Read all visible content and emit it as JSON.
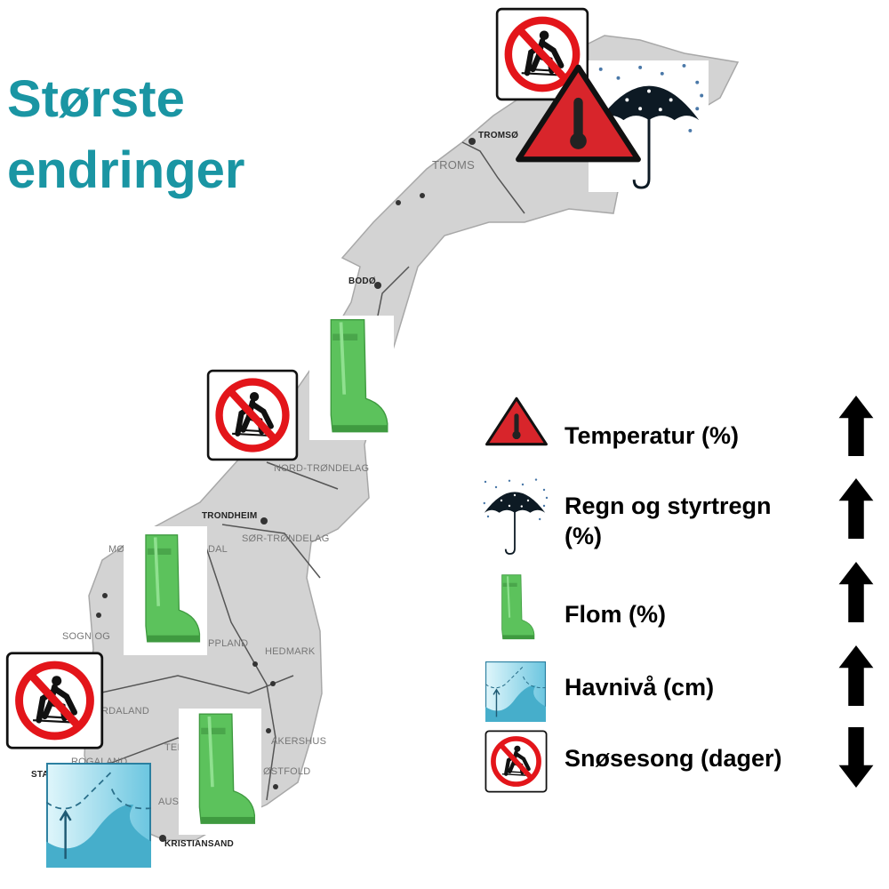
{
  "title": {
    "line1": "Største",
    "line2": "endringer"
  },
  "map": {
    "labels": {
      "tromso": "TROMSØ",
      "troms": "TROMS",
      "bodo": "BODØ",
      "nord_trondelag": "NORD-TRØNDELAG",
      "trondheim": "TRONDHEIM",
      "sor_trondelag": "SØR-TRØNDELAG",
      "more": "MØ",
      "dal": "DAL",
      "sogn": "SOGN OG",
      "oppland": "PPLAND",
      "hedmark": "HEDMARK",
      "hordaland": "RDALAND",
      "akershus": "AKERSHUS",
      "ostfold": "ØSTFOLD",
      "rogaland": "ROGALAND",
      "stavanger": "STA",
      "telemark": "TEI",
      "aust": "AUS",
      "kristiansand": "KRISTIANSAND"
    }
  },
  "legend": {
    "items": [
      {
        "label": "Temperatur (%)",
        "icon": "warning-thermometer-icon",
        "trend": "up"
      },
      {
        "label_line1": "Regn og styrtregn",
        "label_line2": "(%)",
        "icon": "umbrella-rain-icon",
        "trend": "up"
      },
      {
        "label": "Flom (%)",
        "icon": "rubber-boot-icon",
        "trend": "up"
      },
      {
        "label": "Havnivå (cm)",
        "icon": "sea-level-icon",
        "trend": "up"
      },
      {
        "label": "Snøsesong (dager)",
        "icon": "no-skiing-icon",
        "trend": "down"
      }
    ]
  },
  "colors": {
    "title": "#1a95a3",
    "boot": "#5cc25c",
    "warning": "#d8252b",
    "sea": "#4fb3cf"
  }
}
